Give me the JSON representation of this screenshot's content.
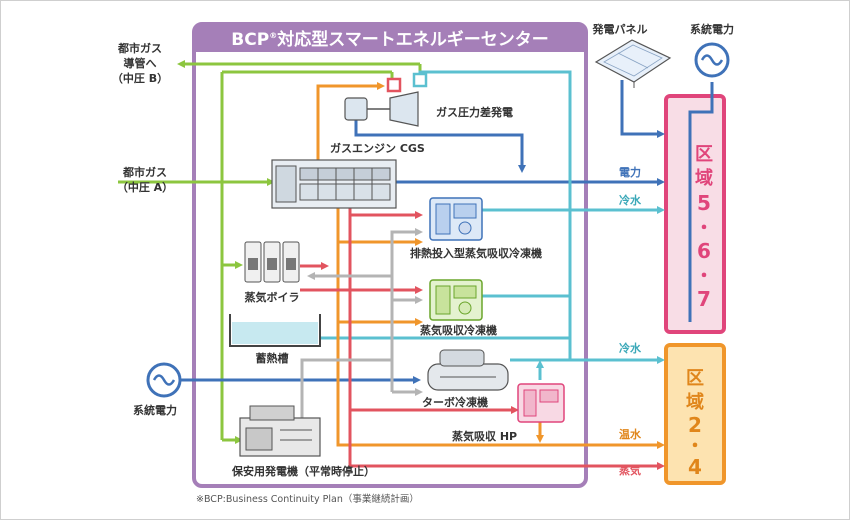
{
  "title": {
    "main": "BCP",
    "reg": "®",
    "rest": "対応型スマートエネルギーセンター"
  },
  "labels": {
    "city_gas_out_1": "都市ガス",
    "city_gas_out_2": "導管へ",
    "city_gas_out_3": "（中圧 B）",
    "city_gas_in_1": "都市ガス",
    "city_gas_in_2": "（中圧 A）",
    "grid_power_left": "系統電力",
    "solar_panel": "発電パネル",
    "grid_power_top": "系統電力",
    "gas_pressure_gen": "ガス圧力差発電",
    "gas_engine": "ガスエンジン CGS",
    "exhaust_chiller": "排熱投入型蒸気吸収冷凍機",
    "steam_boiler": "蒸気ボイラ",
    "steam_chiller": "蒸気吸収冷凍機",
    "heat_storage": "蓄熱槽",
    "turbo_chiller": "ターボ冷凍機",
    "steam_hp": "蒸気吸収 HP",
    "backup_gen": "保安用発電機（平常時停止）",
    "flow_power": "電力",
    "flow_cold_1": "冷水",
    "flow_cold_2": "冷水",
    "flow_hot": "温水",
    "flow_steam": "蒸気",
    "zone_a_1": "区",
    "zone_a_2": "域",
    "zone_a_3": "5",
    "zone_a_4": "・",
    "zone_a_5": "6",
    "zone_a_6": "・",
    "zone_a_7": "7",
    "zone_b_1": "区",
    "zone_b_2": "域",
    "zone_b_3": "2",
    "zone_b_4": "・",
    "zone_b_5": "4",
    "footnote": "※BCP:Business Continuity Plan（事業継続計画）"
  },
  "colors": {
    "frame_purple": "#a57fb8",
    "gas_green": "#8cc63f",
    "power_blue": "#3f72b8",
    "cold_cyan": "#5bc0d0",
    "steam_red": "#e2545f",
    "hot_orange": "#f0962b",
    "return_gray": "#b4b4b4",
    "zone_a_fill": "#f8dde6",
    "zone_a_border": "#e0457b",
    "zone_b_fill": "#fde3b0",
    "zone_b_border": "#f0962b"
  }
}
